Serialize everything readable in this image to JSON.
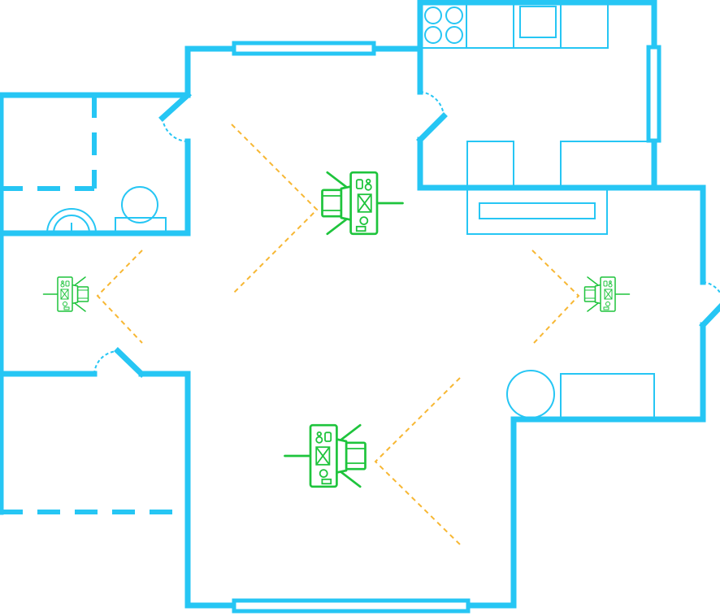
{
  "colors": {
    "walls": "#26c6f4",
    "field_of_view": "#f7b733",
    "cameras": "#1ec43c",
    "background": "#ffffff"
  },
  "cameras": [
    {
      "icon": "camera-icon",
      "facing": "left",
      "size": "large"
    },
    {
      "icon": "camera-icon",
      "facing": "right",
      "size": "large"
    },
    {
      "icon": "camera-icon",
      "facing": "right",
      "size": "small"
    },
    {
      "icon": "camera-icon",
      "facing": "left",
      "size": "small"
    }
  ],
  "fixtures": [
    "sink-icon",
    "toilet-icon",
    "stove-icon",
    "kitchen-counter",
    "kitchen-island",
    "table",
    "round-chair"
  ]
}
